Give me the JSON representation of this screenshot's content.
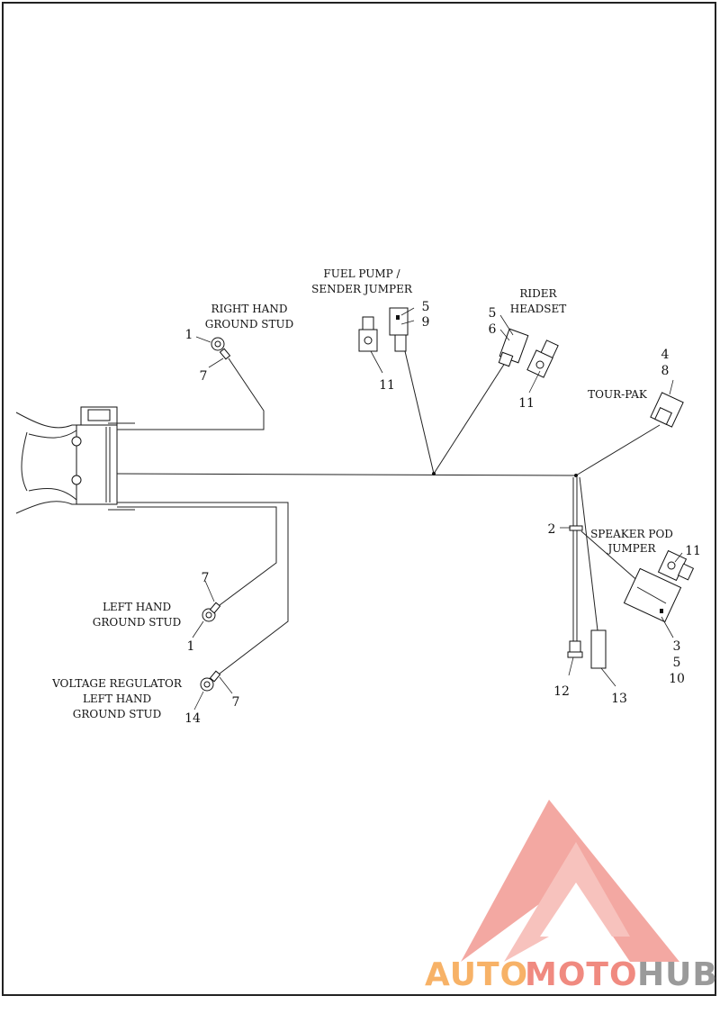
{
  "labels": {
    "right_hand_ground_stud": [
      "RIGHT HAND",
      "GROUND STUD"
    ],
    "fuel_pump": [
      "FUEL PUMP /",
      "SENDER JUMPER"
    ],
    "rider_headset": [
      "RIDER",
      "HEADSET"
    ],
    "tour_pak": "TOUR-PAK",
    "speaker_pod": [
      "SPEAKER POD",
      "JUMPER"
    ],
    "left_hand_ground_stud": [
      "LEFT HAND",
      "GROUND STUD"
    ],
    "voltage_regulator": [
      "VOLTAGE REGULATOR",
      "LEFT HAND",
      "GROUND STUD"
    ]
  },
  "callouts": {
    "rh_1": "1",
    "rh_7": "7",
    "fp_5": "5",
    "fp_9": "9",
    "fp_11": "11",
    "rs_5": "5",
    "rs_6": "6",
    "rs_11": "11",
    "tp_4": "4",
    "tp_8": "8",
    "sp_2": "2",
    "sp_11": "11",
    "sp_3": "3",
    "sp_5": "5",
    "sp_10": "10",
    "c_12": "12",
    "c_13": "13",
    "lh_7": "7",
    "lh_1": "1",
    "vr_7": "7",
    "vr_14": "14"
  },
  "watermark": {
    "part1": "AUTO",
    "part2": "MOTO",
    "part3": "HUB",
    "colors": {
      "orange": "#f7b267",
      "red": "#f08a80",
      "gray": "#9a9a9a",
      "triangle": "#f29a92"
    }
  }
}
